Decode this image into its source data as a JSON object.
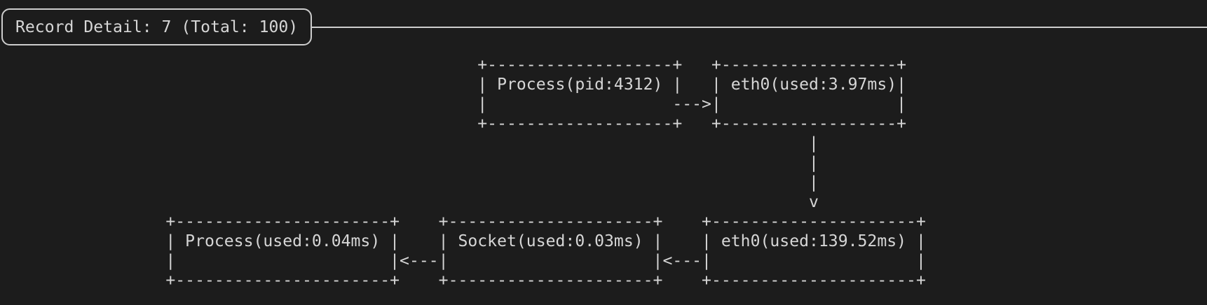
{
  "header": {
    "title": "Record Detail: 7 (Total: 100)",
    "record_index": "7",
    "total_records": "100"
  },
  "colors": {
    "background": "#1c1c1c",
    "foreground": "#d6d6d6",
    "border": "#cdcdcd"
  },
  "diagram": {
    "nodes": [
      {
        "id": "process-top",
        "label": "Process(pid:4312)"
      },
      {
        "id": "eth0-top",
        "label": "eth0(used:3.97ms)"
      },
      {
        "id": "process-bottom",
        "label": "Process(used:0.04ms)"
      },
      {
        "id": "socket-bottom",
        "label": "Socket(used:0.03ms)"
      },
      {
        "id": "eth0-bottom",
        "label": "eth0(used:139.52ms)"
      }
    ],
    "edges": [
      {
        "from": "process-top",
        "to": "eth0-top",
        "direction": "right"
      },
      {
        "from": "eth0-top",
        "to": "eth0-bottom",
        "direction": "down"
      },
      {
        "from": "eth0-bottom",
        "to": "socket-bottom",
        "direction": "left"
      },
      {
        "from": "socket-bottom",
        "to": "process-bottom",
        "direction": "left"
      }
    ],
    "ascii_lines": [
      "                                                 +-------------------+   +------------------+",
      "                                                 | Process(pid:4312) |   | eth0(used:3.97ms)|",
      "                                                 |                   --->|                  |",
      "                                                 +-------------------+   +------------------+",
      "                                                                                   |",
      "                                                                                   |",
      "                                                                                   |",
      "                                                                                   v",
      "                 +----------------------+    +---------------------+    +---------------------+",
      "                 | Process(used:0.04ms) |    | Socket(used:0.03ms) |    | eth0(used:139.52ms) |",
      "                 |                      |<---|                     |<---|                     |",
      "                 +----------------------+    +---------------------+    +---------------------+"
    ]
  }
}
